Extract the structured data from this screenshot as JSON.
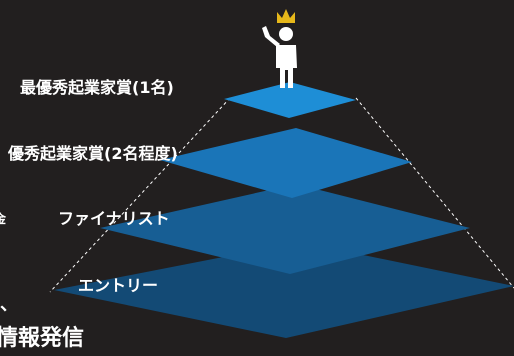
{
  "tiers": [
    {
      "label": "最優秀起業家賞(1名)",
      "color": "#1e8ed6"
    },
    {
      "label": "優秀起業家賞(2名程度)",
      "color": "#1a75b8"
    },
    {
      "label": "ファイナリスト",
      "color": "#175e94"
    },
    {
      "label": "エントリー",
      "color": "#134a75"
    }
  ],
  "left_edge_texts": {
    "fragment_a": "金",
    "fragment_b": "、",
    "fragment_c": "情報発信"
  },
  "colors": {
    "background": "#221f1f",
    "crown": "#e7b81a",
    "figure": "#ffffff",
    "guide_line": "#ffffff"
  },
  "icons": [
    "crown-icon",
    "winner-person-icon"
  ]
}
